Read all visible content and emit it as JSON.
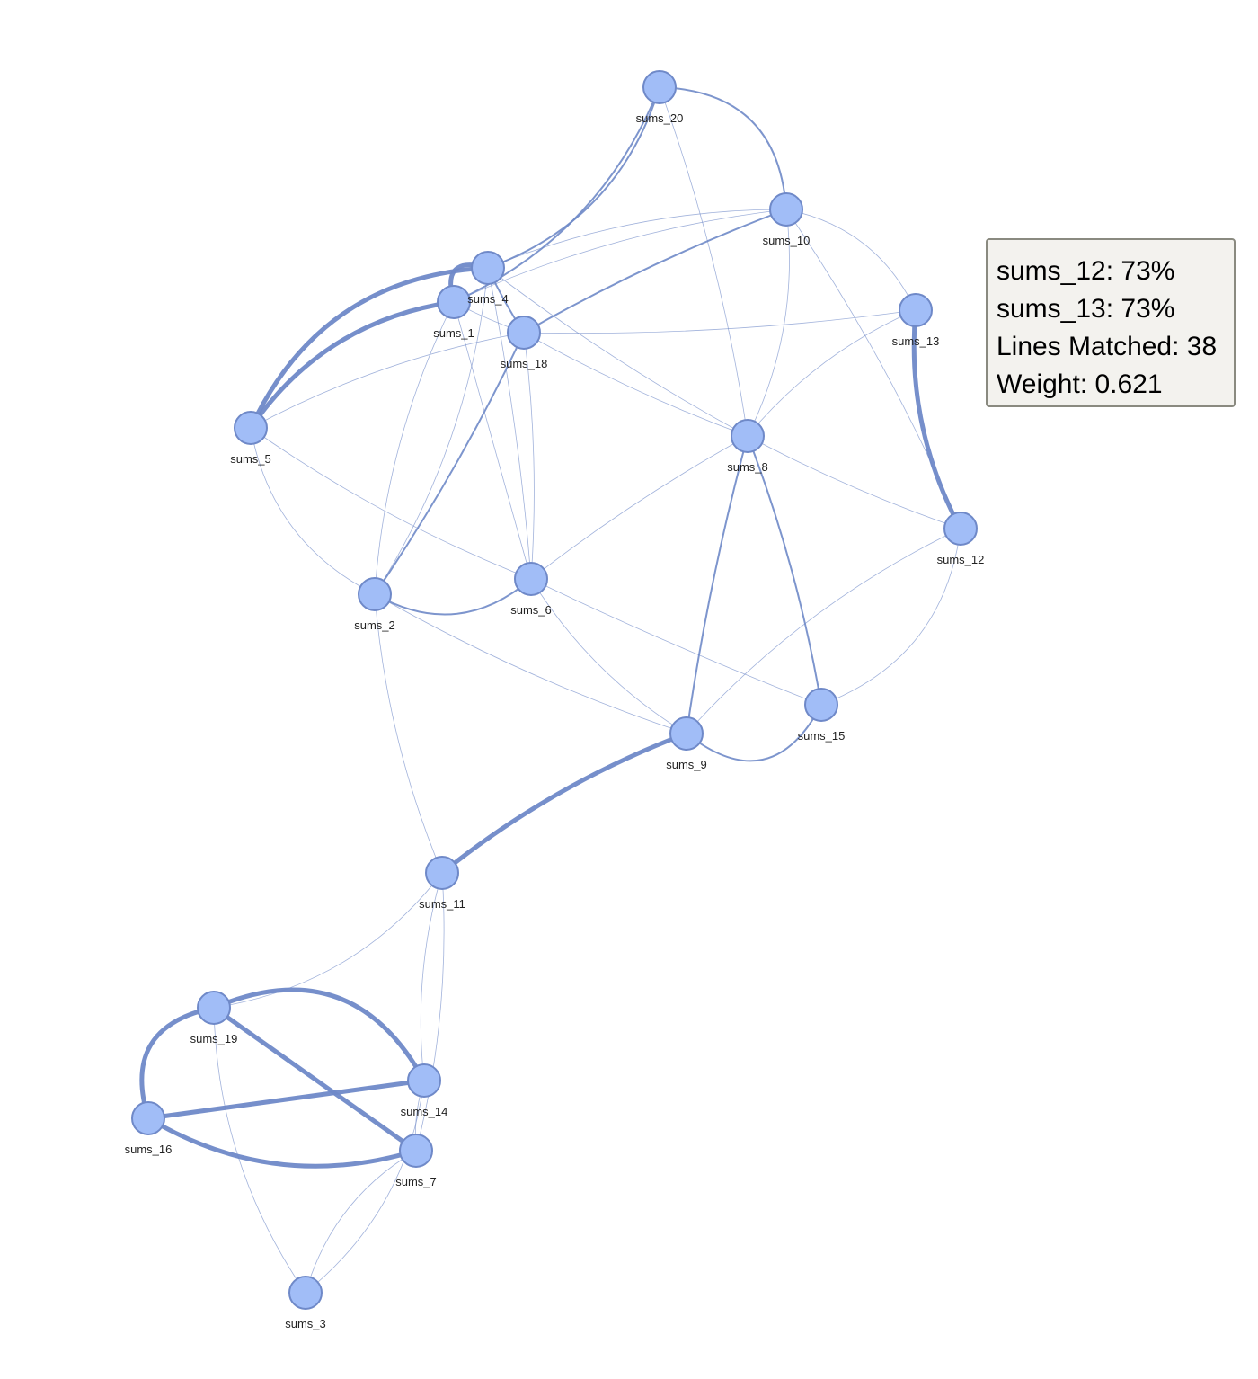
{
  "graph": {
    "nodes": [
      {
        "id": "sums_1",
        "label": "sums_1"
      },
      {
        "id": "sums_2",
        "label": "sums_2"
      },
      {
        "id": "sums_3",
        "label": "sums_3"
      },
      {
        "id": "sums_4",
        "label": "sums_4"
      },
      {
        "id": "sums_5",
        "label": "sums_5"
      },
      {
        "id": "sums_6",
        "label": "sums_6"
      },
      {
        "id": "sums_7",
        "label": "sums_7"
      },
      {
        "id": "sums_8",
        "label": "sums_8"
      },
      {
        "id": "sums_9",
        "label": "sums_9"
      },
      {
        "id": "sums_10",
        "label": "sums_10"
      },
      {
        "id": "sums_11",
        "label": "sums_11"
      },
      {
        "id": "sums_12",
        "label": "sums_12"
      },
      {
        "id": "sums_13",
        "label": "sums_13"
      },
      {
        "id": "sums_14",
        "label": "sums_14"
      },
      {
        "id": "sums_15",
        "label": "sums_15"
      },
      {
        "id": "sums_16",
        "label": "sums_16"
      },
      {
        "id": "sums_18",
        "label": "sums_18"
      },
      {
        "id": "sums_19",
        "label": "sums_19"
      },
      {
        "id": "sums_20",
        "label": "sums_20"
      }
    ],
    "edges": [
      {
        "source": "sums_12",
        "target": "sums_13",
        "strength": "strong"
      },
      {
        "source": "sums_9",
        "target": "sums_11",
        "strength": "strong"
      },
      {
        "source": "sums_19",
        "target": "sums_7",
        "strength": "strong"
      },
      {
        "source": "sums_19",
        "target": "sums_14",
        "strength": "strong"
      },
      {
        "source": "sums_16",
        "target": "sums_19",
        "strength": "strong"
      },
      {
        "source": "sums_16",
        "target": "sums_14",
        "strength": "strong"
      },
      {
        "source": "sums_16",
        "target": "sums_7",
        "strength": "strong"
      },
      {
        "source": "sums_1",
        "target": "sums_4",
        "strength": "strong"
      },
      {
        "source": "sums_5",
        "target": "sums_1",
        "strength": "strong"
      },
      {
        "source": "sums_5",
        "target": "sums_4",
        "strength": "strong"
      },
      {
        "source": "sums_2",
        "target": "sums_18",
        "strength": "medium"
      },
      {
        "source": "sums_9",
        "target": "sums_15",
        "strength": "medium"
      },
      {
        "source": "sums_8",
        "target": "sums_15",
        "strength": "medium"
      },
      {
        "source": "sums_8",
        "target": "sums_9",
        "strength": "medium"
      },
      {
        "source": "sums_10",
        "target": "sums_18",
        "strength": "medium"
      },
      {
        "source": "sums_20",
        "target": "sums_10",
        "strength": "medium"
      },
      {
        "source": "sums_20",
        "target": "sums_4",
        "strength": "medium"
      },
      {
        "source": "sums_20",
        "target": "sums_1",
        "strength": "medium"
      },
      {
        "source": "sums_2",
        "target": "sums_6",
        "strength": "medium"
      },
      {
        "source": "sums_4",
        "target": "sums_18",
        "strength": "medium"
      },
      {
        "source": "sums_1",
        "target": "sums_18",
        "strength": "weak"
      },
      {
        "source": "sums_20",
        "target": "sums_8",
        "strength": "weak"
      },
      {
        "source": "sums_10",
        "target": "sums_4",
        "strength": "weak"
      },
      {
        "source": "sums_10",
        "target": "sums_1",
        "strength": "weak"
      },
      {
        "source": "sums_10",
        "target": "sums_8",
        "strength": "weak"
      },
      {
        "source": "sums_10",
        "target": "sums_12",
        "strength": "weak"
      },
      {
        "source": "sums_10",
        "target": "sums_13",
        "strength": "weak"
      },
      {
        "source": "sums_18",
        "target": "sums_13",
        "strength": "weak"
      },
      {
        "source": "sums_18",
        "target": "sums_8",
        "strength": "weak"
      },
      {
        "source": "sums_18",
        "target": "sums_6",
        "strength": "weak"
      },
      {
        "source": "sums_4",
        "target": "sums_8",
        "strength": "weak"
      },
      {
        "source": "sums_4",
        "target": "sums_6",
        "strength": "weak"
      },
      {
        "source": "sums_4",
        "target": "sums_2",
        "strength": "weak"
      },
      {
        "source": "sums_1",
        "target": "sums_6",
        "strength": "weak"
      },
      {
        "source": "sums_1",
        "target": "sums_2",
        "strength": "weak"
      },
      {
        "source": "sums_5",
        "target": "sums_18",
        "strength": "weak"
      },
      {
        "source": "sums_5",
        "target": "sums_6",
        "strength": "weak"
      },
      {
        "source": "sums_5",
        "target": "sums_2",
        "strength": "weak"
      },
      {
        "source": "sums_13",
        "target": "sums_8",
        "strength": "weak"
      },
      {
        "source": "sums_8",
        "target": "sums_12",
        "strength": "weak"
      },
      {
        "source": "sums_8",
        "target": "sums_6",
        "strength": "weak"
      },
      {
        "source": "sums_12",
        "target": "sums_9",
        "strength": "weak"
      },
      {
        "source": "sums_12",
        "target": "sums_15",
        "strength": "weak"
      },
      {
        "source": "sums_6",
        "target": "sums_15",
        "strength": "weak"
      },
      {
        "source": "sums_6",
        "target": "sums_9",
        "strength": "weak"
      },
      {
        "source": "sums_2",
        "target": "sums_9",
        "strength": "weak"
      },
      {
        "source": "sums_2",
        "target": "sums_11",
        "strength": "weak"
      },
      {
        "source": "sums_11",
        "target": "sums_19",
        "strength": "weak"
      },
      {
        "source": "sums_11",
        "target": "sums_14",
        "strength": "weak"
      },
      {
        "source": "sums_11",
        "target": "sums_7",
        "strength": "weak"
      },
      {
        "source": "sums_19",
        "target": "sums_3",
        "strength": "weak"
      },
      {
        "source": "sums_3",
        "target": "sums_7",
        "strength": "weak"
      },
      {
        "source": "sums_3",
        "target": "sums_14",
        "strength": "weak"
      },
      {
        "source": "sums_14",
        "target": "sums_7",
        "strength": "weak"
      }
    ],
    "colors": {
      "node_fill": "#a1bdf7",
      "node_stroke": "#6f89c8",
      "edge": "#6f89c8"
    }
  },
  "tooltip": {
    "line1": "sums_12: 73%",
    "line2": "sums_13: 73%",
    "line3": "Lines Matched: 38",
    "line4": "Weight: 0.621"
  }
}
